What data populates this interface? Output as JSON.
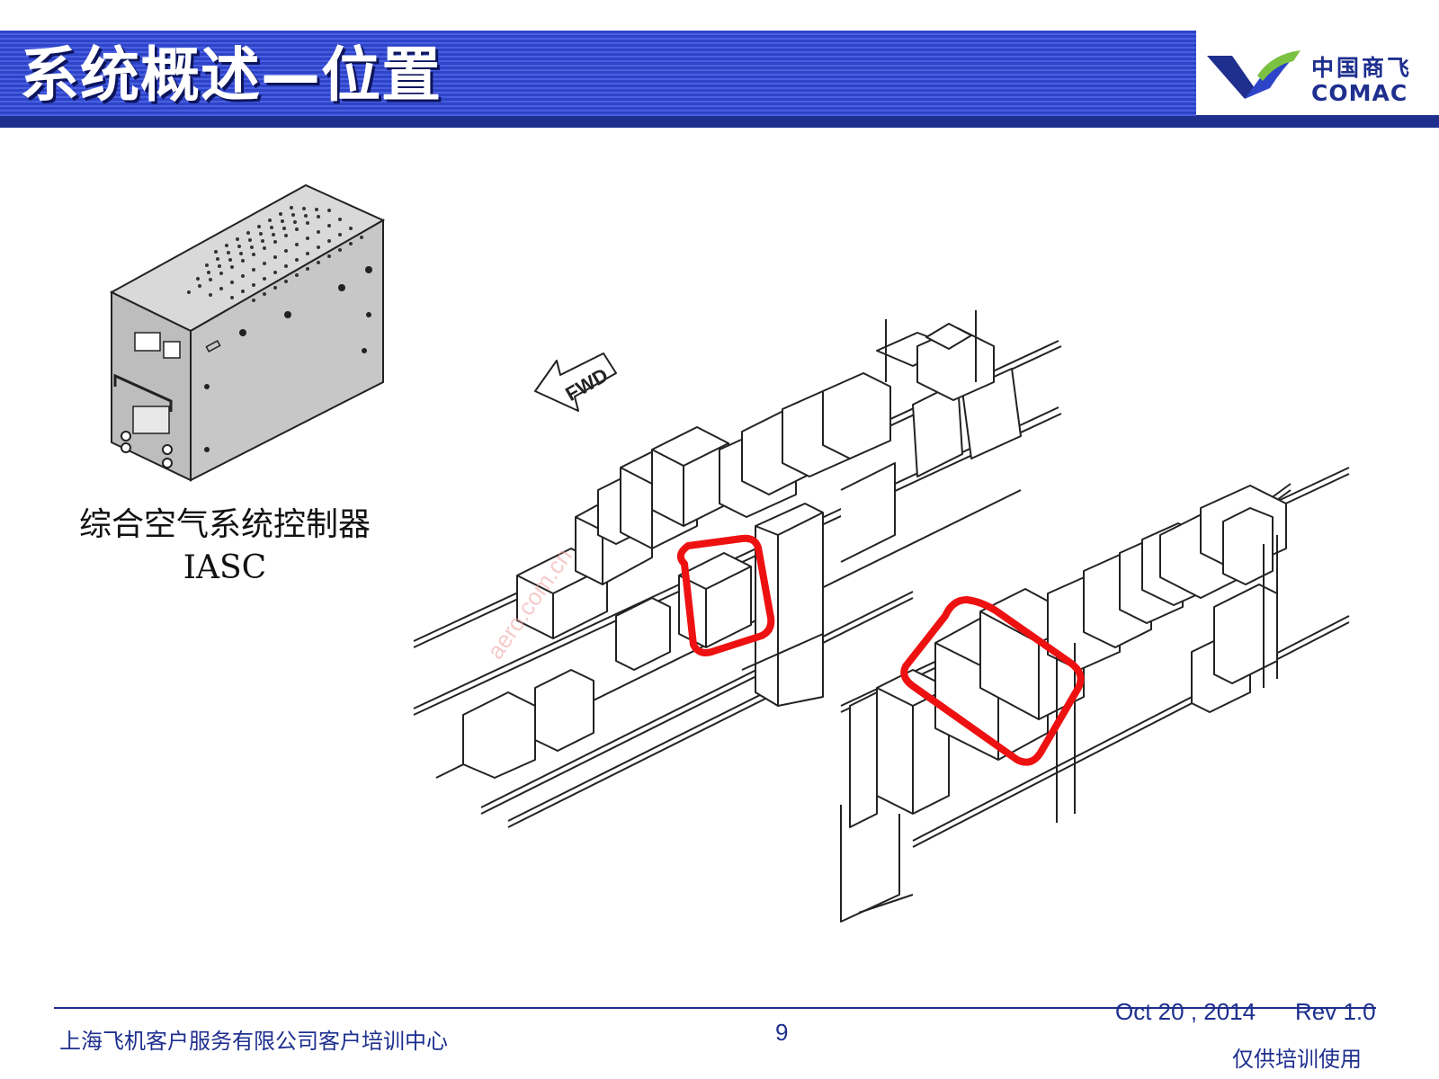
{
  "header": {
    "title": "系统概述—位置",
    "logo_cn": "中国商飞",
    "logo_en": "COMAC",
    "color": "#1e2f8e"
  },
  "device": {
    "caption_line1": "综合空气系统控制器",
    "caption_line2": "IASC"
  },
  "diagram": {
    "direction_label": "FWD",
    "highlight_color": "#ee1111"
  },
  "footer": {
    "organization": "上海飞机客户服务有限公司客户培训中心",
    "page_number": "9",
    "date": "Oct 20 , 2014",
    "revision": "Rev 1.0",
    "note": "仅供培训使用"
  }
}
